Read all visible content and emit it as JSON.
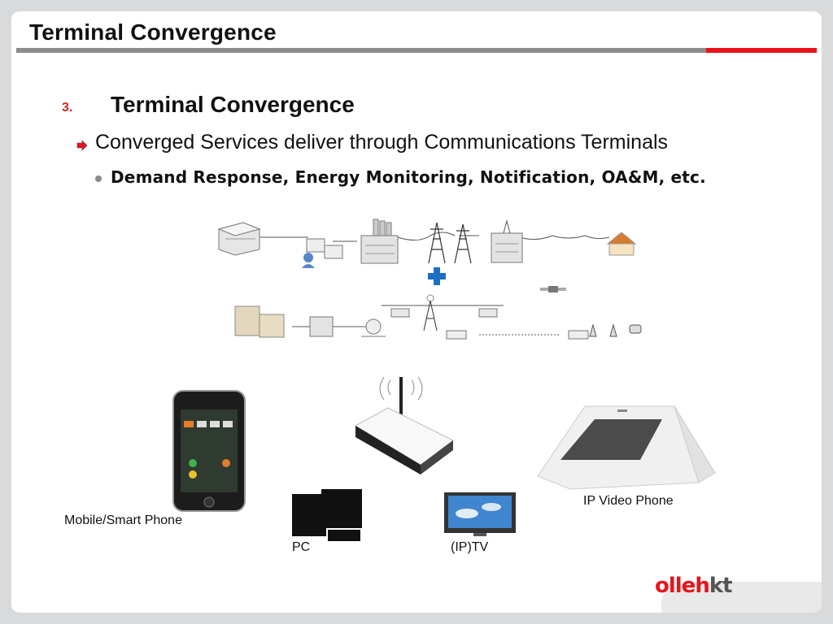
{
  "slide": {
    "title": "Terminal Convergence",
    "section_number": "3.",
    "section_title": "Terminal Convergence",
    "bullet_level1": "Converged Services deliver through Communications Terminals",
    "bullet_level2": "Demand Response, Energy Monitoring, Notification, OA&M, etc."
  },
  "devices": {
    "mobile": "Mobile/Smart Phone",
    "pc": "PC",
    "tv": "(IP)TV",
    "ip_video_phone": "IP Video Phone"
  },
  "logo": {
    "olleh": "olleh",
    "kt": "kt"
  },
  "colors": {
    "accent_red": "#e8141c",
    "rule_gray": "#8c8c8c",
    "plus_blue": "#1d6fc4"
  }
}
